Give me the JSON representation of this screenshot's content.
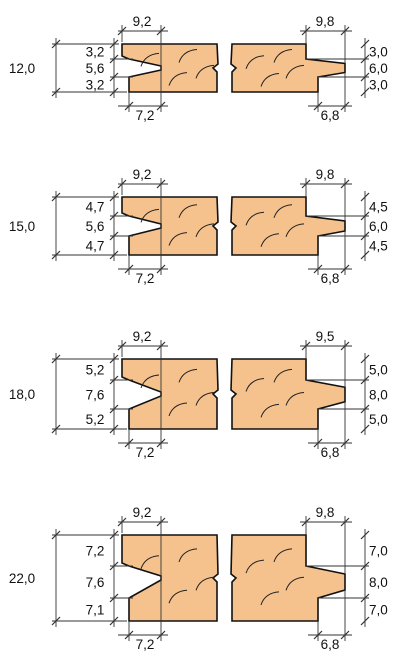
{
  "colors": {
    "wood": "#f5c28e",
    "outline": "#111111",
    "dimension": "#333333"
  },
  "profiles": [
    {
      "total_thickness": "12,0",
      "left_segments": [
        "3,2",
        "5,6",
        "3,2"
      ],
      "left_top_width": "9,2",
      "left_bottom_width": "7,2",
      "right_top_width": "9,8",
      "right_bottom_width": "6,8",
      "right_segments": [
        "3,0",
        "6,0",
        "3,0"
      ]
    },
    {
      "total_thickness": "15,0",
      "left_segments": [
        "4,7",
        "5,6",
        "4,7"
      ],
      "left_top_width": "9,2",
      "left_bottom_width": "7,2",
      "right_top_width": "9,8",
      "right_bottom_width": "6,8",
      "right_segments": [
        "4,5",
        "6,0",
        "4,5"
      ]
    },
    {
      "total_thickness": "18,0",
      "left_segments": [
        "5,2",
        "7,6",
        "5,2"
      ],
      "left_top_width": "9,2",
      "left_bottom_width": "7,2",
      "right_top_width": "9,5",
      "right_bottom_width": "6,8",
      "right_segments": [
        "5,0",
        "8,0",
        "5,0"
      ]
    },
    {
      "total_thickness": "22,0",
      "left_segments": [
        "7,2",
        "7,6",
        "7,1"
      ],
      "left_top_width": "9,2",
      "left_bottom_width": "7,2",
      "right_top_width": "9,8",
      "right_bottom_width": "6,8",
      "right_segments": [
        "7,0",
        "8,0",
        "7,0"
      ]
    }
  ]
}
